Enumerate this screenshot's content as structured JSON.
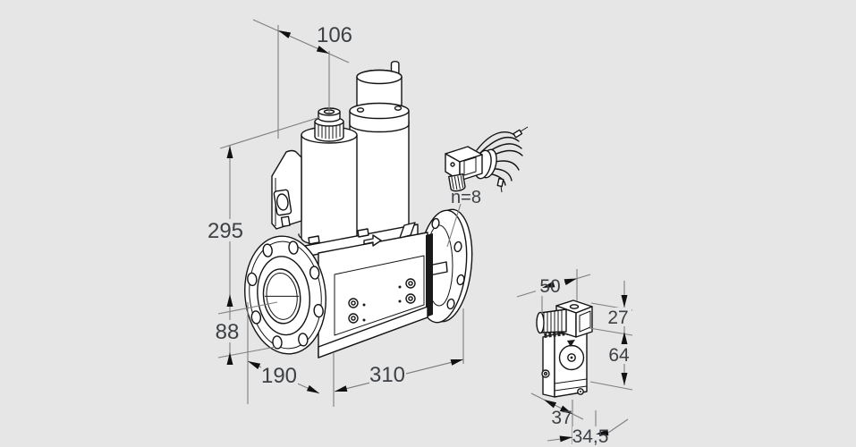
{
  "colors": {
    "background": "#e6e6e6",
    "part_line": "#141414",
    "dim_line": "#7f7f7f",
    "arrow": "#111111",
    "text": "#3d4145"
  },
  "main_view": {
    "dims": {
      "top_offset": "106",
      "total_height": "295",
      "axis_height": "88",
      "depth": "190",
      "length": "310"
    },
    "flange_bolt_count_label": "n=8"
  },
  "side_view": {
    "dims": {
      "top_width": "50",
      "connector_height": "27",
      "body_height": "64",
      "depth": "37",
      "bottom_width": "34,5"
    }
  }
}
